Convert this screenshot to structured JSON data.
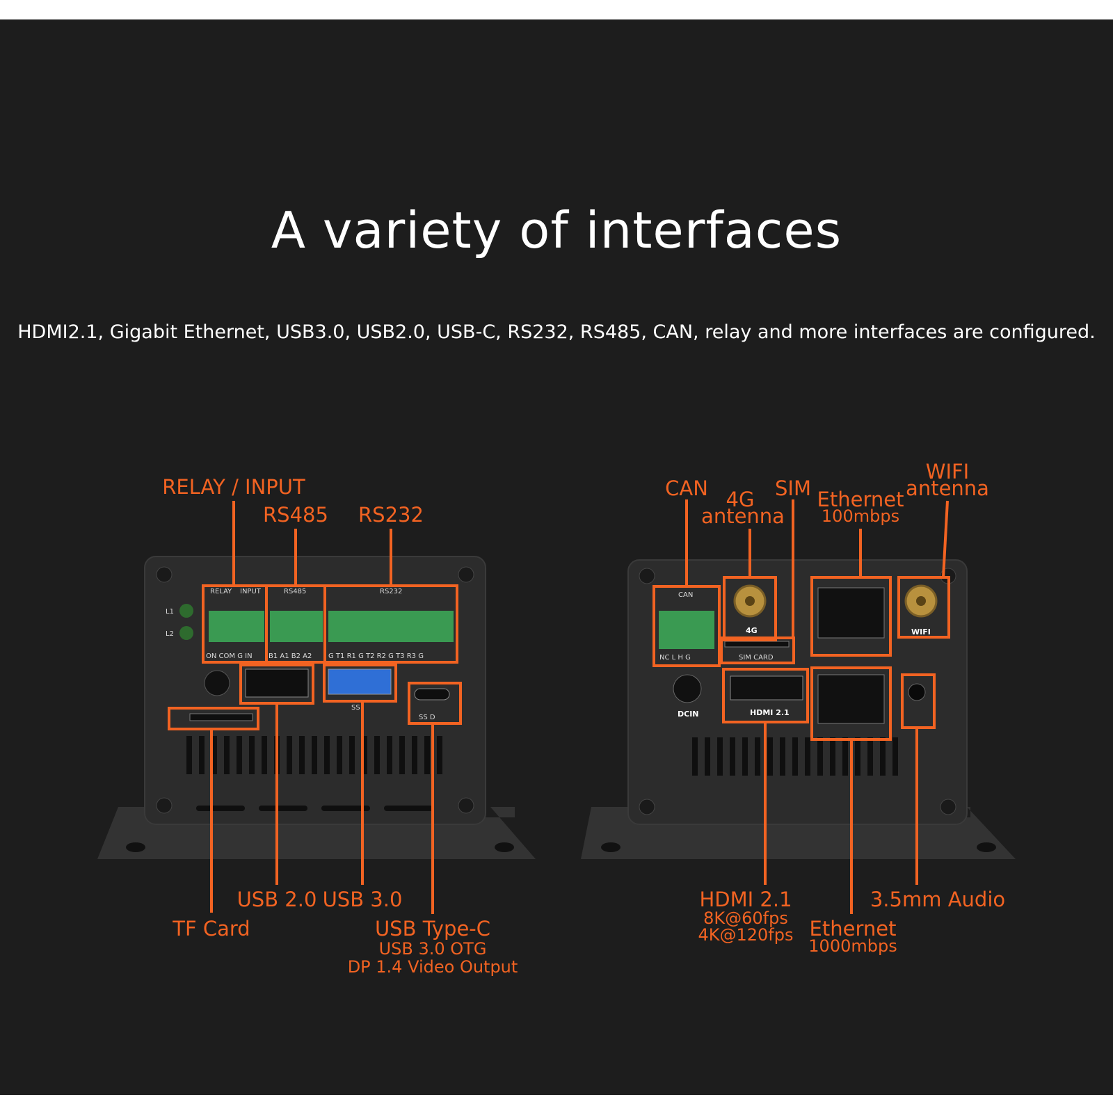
{
  "heading": {
    "title": "A variety of interfaces",
    "subtitle": "HDMI2.1, Gigabit Ethernet, USB3.0, USB2.0, USB-C, RS232, RS485, CAN, relay and more interfaces are configured."
  },
  "left_unit": {
    "labels": {
      "relay_input": "RELAY / INPUT",
      "rs485": "RS485",
      "rs232": "RS232",
      "usb20": "USB 2.0",
      "usb30": "USB 3.0",
      "tf_card": "TF Card",
      "usb_typec": "USB Type-C",
      "usb_typec_line2": "USB 3.0 OTG",
      "usb_typec_line3": "DP 1.4 Video Output"
    },
    "silkscreen": {
      "relay": "RELAY",
      "input": "INPUT",
      "rs485": "RS485",
      "rs232": "RS232",
      "l1": "L1",
      "l2": "L2",
      "pins_relay": "ON COM G IN",
      "pins_rs485": "B1 A1 B2 A2",
      "pins_rs232": "G T1 R1 G T2 R2 G T3 R3 G",
      "ss": "SS",
      "ss_d": "SS D"
    }
  },
  "right_unit": {
    "labels": {
      "can": "CAN",
      "antenna_4g_line1": "4G",
      "antenna_4g_line2": "antenna",
      "sim": "SIM",
      "ethernet100": "Ethernet",
      "ethernet100_speed": "100mbps",
      "wifi_line1": "WIFI",
      "wifi_line2": "antenna",
      "hdmi": "HDMI 2.1",
      "hdmi_line2": "8K@60fps",
      "hdmi_line3": "4K@120fps",
      "ethernet1000": "Ethernet",
      "ethernet1000_speed": "1000mbps",
      "audio": "3.5mm Audio"
    },
    "silkscreen": {
      "can": "CAN",
      "pins_can": "NC L H G",
      "ant_4g": "4G",
      "sim_card": "SIM CARD",
      "wifi": "WIFI",
      "dcin": "DCIN",
      "hdmi": "HDMI 2.1"
    }
  },
  "colors": {
    "accent": "#f26322",
    "background": "#1d1d1d",
    "chassis": "#2b2b2b",
    "terminal_green": "#3a9a52"
  }
}
